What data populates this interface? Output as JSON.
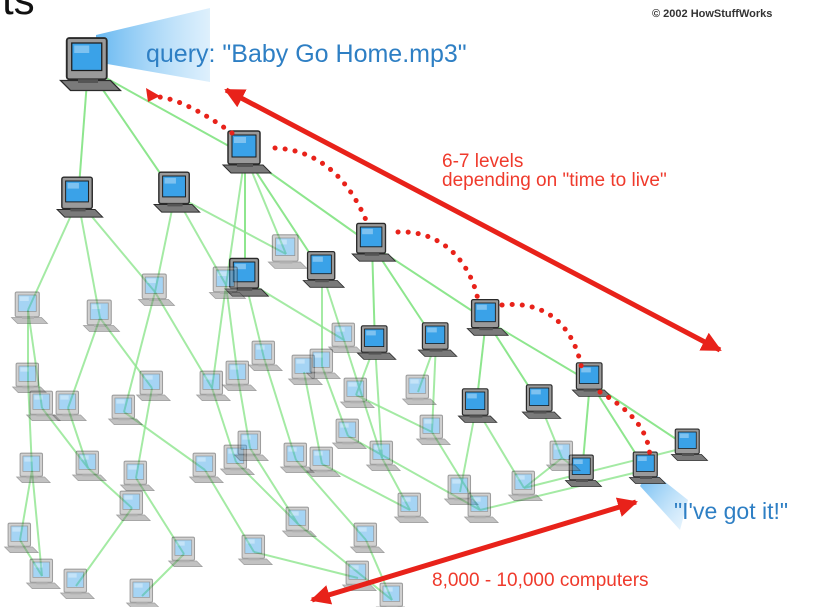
{
  "copyright": "© 2002 HowStuffWorks",
  "partial_top_text": "ts",
  "query_label": "query: \"Baby Go Home.mp3\"",
  "levels_line1": "6-7 levels",
  "levels_line2": "depending on \"time to live\"",
  "found_label": "\"I've got it!\"",
  "computers_label": "8,000 - 10,000 computers",
  "colors": {
    "link": "#8ee68e",
    "arrow": "#e8221a",
    "query_text": "#2e7fc4",
    "screen": "#3aa2e8",
    "beam": "#9fd0f5"
  }
}
